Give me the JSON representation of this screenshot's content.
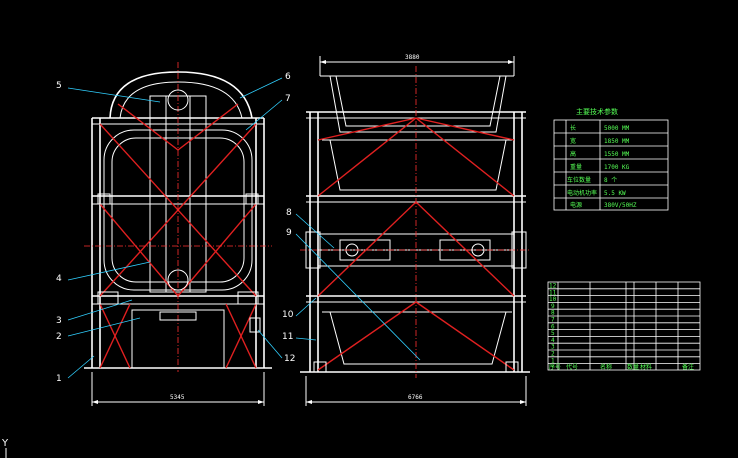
{
  "balloons_left": [
    "5",
    "6",
    "7",
    "4",
    "3",
    "2",
    "1",
    "12"
  ],
  "balloons_right": [
    "8",
    "9",
    "10",
    "11"
  ],
  "dims": {
    "left_bottom": "5345",
    "right_top": "3880",
    "right_bottom": "6766"
  },
  "spec_table": {
    "title": "主要技术参数",
    "rows": [
      {
        "label": "长",
        "value": "5000 MM"
      },
      {
        "label": "宽",
        "value": "1850 MM"
      },
      {
        "label": "高",
        "value": "1550 MM"
      },
      {
        "label": "重量",
        "value": "1700 KG"
      },
      {
        "label": "车位数量",
        "value": "8 个"
      },
      {
        "label": "电动机功率",
        "value": "5.5 KW"
      },
      {
        "label": "电源",
        "value": "380V/50HZ"
      }
    ]
  },
  "parts_table": {
    "rows": [
      "12",
      "11",
      "10",
      "9",
      "8",
      "7",
      "6",
      "5",
      "4",
      "3",
      "2",
      "1"
    ],
    "footer": [
      "序号",
      "代号",
      "名称",
      "数量",
      "材料",
      "备注"
    ]
  },
  "ucs_label": "Y",
  "colors": {
    "background": "#000000",
    "outline": "#ffffff",
    "member": "#e02020",
    "leader": "#30d0ff",
    "table_text": "#55ff55"
  }
}
